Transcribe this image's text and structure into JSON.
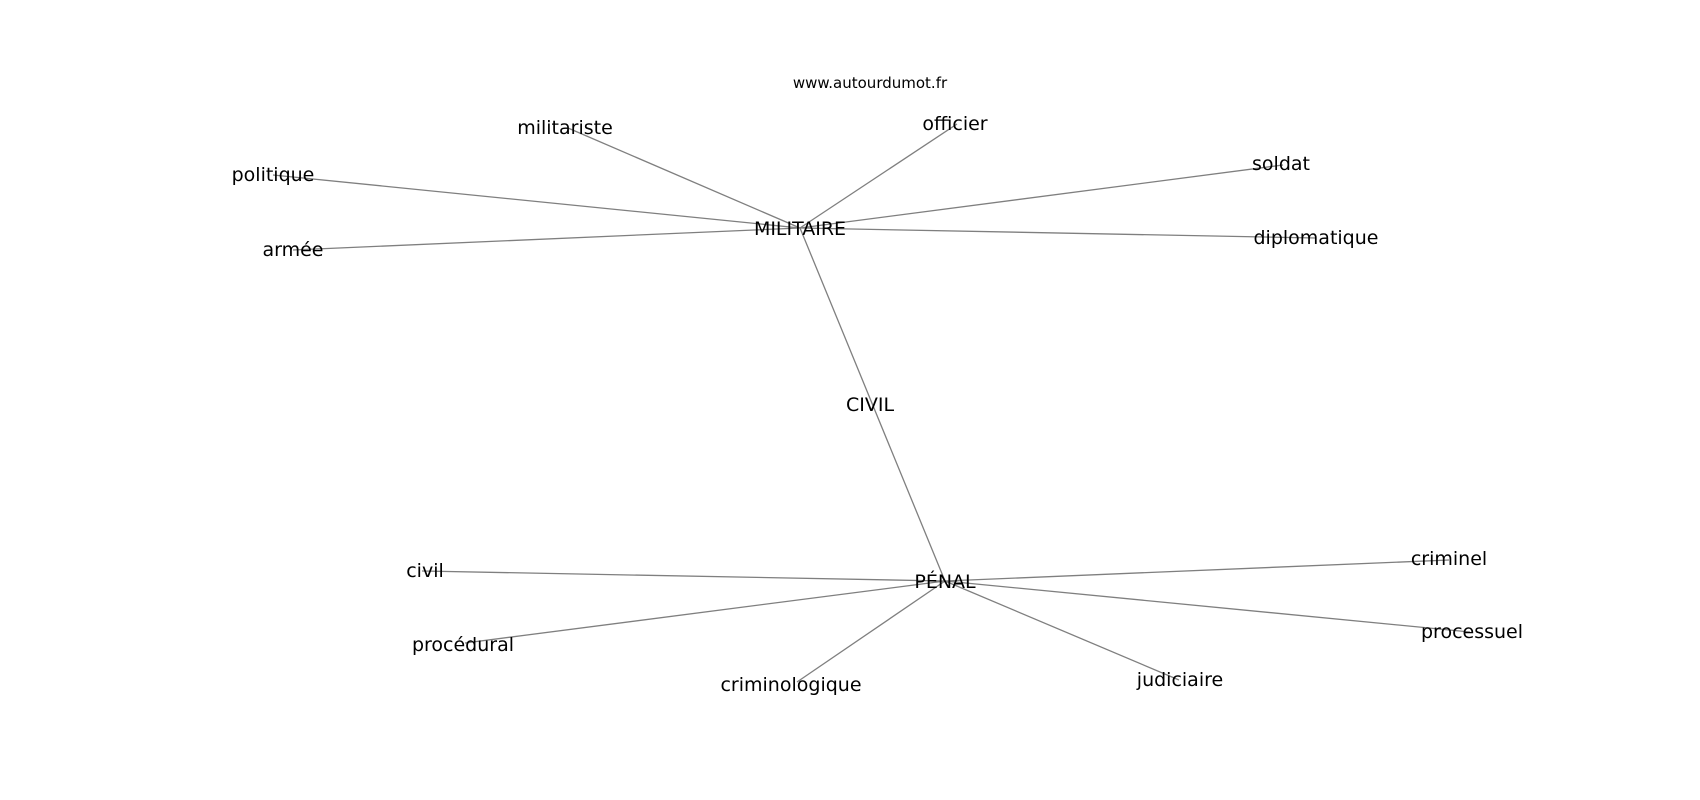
{
  "site": "www.autourdumot.fr",
  "center": "CIVIL",
  "hubs": {
    "militaire": "MILITAIRE",
    "penal": "PÉNAL"
  },
  "nodes": {
    "militariste": "militariste",
    "officier": "officier",
    "politique": "politique",
    "soldat": "soldat",
    "armee": "armée",
    "diplomatique": "diplomatique",
    "civil": "civil",
    "criminel": "criminel",
    "procedural": "procédural",
    "processuel": "processuel",
    "criminologique": "criminologique",
    "judiciaire": "judiciaire"
  },
  "colors": {
    "edge": "#7f7f7f",
    "text": "#000000",
    "background": "#ffffff"
  }
}
